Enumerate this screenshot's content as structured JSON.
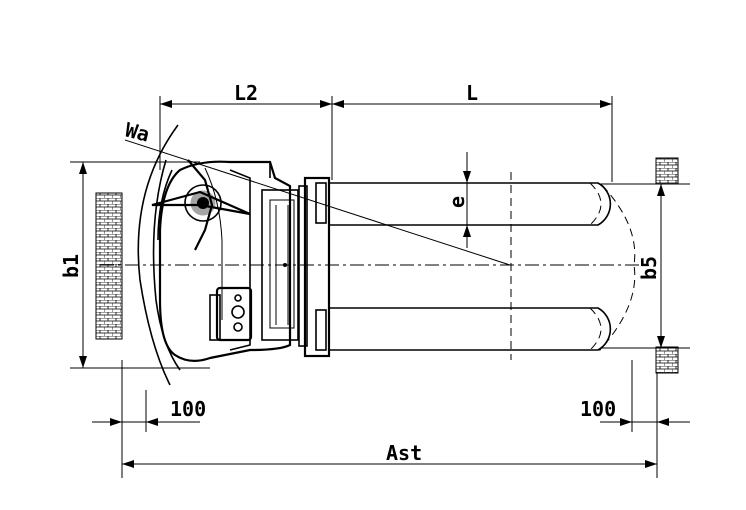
{
  "diagram": {
    "labels": {
      "l2": "L2",
      "l": "L",
      "wa": "Wa",
      "e": "e",
      "b1": "b1",
      "b5": "b5",
      "left_clearance": "100",
      "right_clearance": "100",
      "ast": "Ast"
    }
  }
}
